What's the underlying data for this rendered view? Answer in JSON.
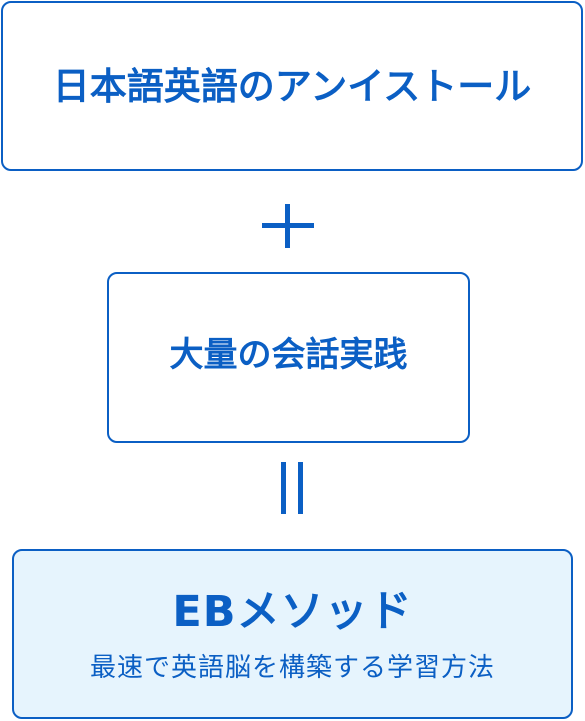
{
  "diagram": {
    "box_top": {
      "label": "日本語英語のアンイストール"
    },
    "box_mid": {
      "label": "大量の会話実践"
    },
    "box_bottom": {
      "title": "EBメソッド",
      "subtitle": "最速で英語脳を構築する学習方法"
    },
    "operators": {
      "plus": "plus-sign",
      "equals": "equals-sign-vertical"
    },
    "colors": {
      "primary": "#0b5fc4",
      "result_background": "#e6f4fd",
      "box_background": "#ffffff"
    }
  }
}
